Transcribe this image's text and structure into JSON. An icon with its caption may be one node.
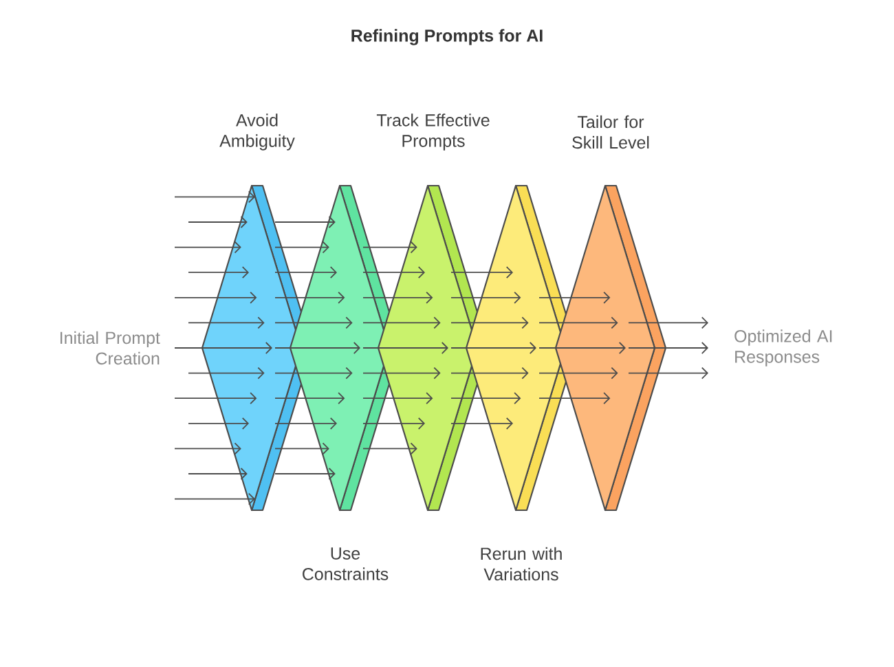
{
  "diagram": {
    "title": "Refining Prompts for AI",
    "nodes": [
      {
        "text": [
          "Initial Prompt Creation"
        ]
      },
      {
        "text": [
          "Avoid Ambiguity"
        ]
      },
      {
        "text": [
          "Use Constraints"
        ]
      },
      {
        "text": [
          "Track Effective Prompts"
        ]
      },
      {
        "text": [
          "Rerun with Variations"
        ]
      },
      {
        "text": [
          "Tailor for Skill Level"
        ]
      },
      {
        "text": [
          "Optimized AI Responses"
        ]
      }
    ],
    "edges": [
      {
        "from": null,
        "to": 1,
        "arrow": "to"
      },
      {
        "from": null,
        "to": 1,
        "arrow": "to"
      },
      {
        "from": null,
        "to": 1,
        "arrow": "to"
      },
      {
        "from": null,
        "to": 1,
        "arrow": "to"
      },
      {
        "from": 0,
        "to": 1,
        "arrow": "to"
      },
      {
        "from": 0,
        "to": 1,
        "arrow": "to"
      },
      {
        "from": 0,
        "to": 1,
        "arrow": "to"
      },
      {
        "from": 0,
        "to": 1,
        "arrow": "to"
      },
      {
        "from": 0,
        "to": 1,
        "arrow": "to"
      },
      {
        "from": null,
        "to": 1,
        "arrow": "to"
      },
      {
        "from": null,
        "to": 1,
        "arrow": "to"
      },
      {
        "from": null,
        "to": 1,
        "arrow": "to"
      },
      {
        "from": null,
        "to": 1,
        "arrow": "to"
      },
      {
        "from": 1,
        "to": 2,
        "arrow": "to"
      },
      {
        "from": 1,
        "to": 2,
        "arrow": "to"
      },
      {
        "from": 1,
        "to": 2,
        "arrow": "to"
      },
      {
        "from": 1,
        "to": 2,
        "arrow": "to"
      },
      {
        "from": 1,
        "to": 2,
        "arrow": "to"
      },
      {
        "from": 1,
        "to": 2,
        "arrow": "to"
      },
      {
        "from": 1,
        "to": 2,
        "arrow": "to"
      },
      {
        "from": 1,
        "to": 2,
        "arrow": "to"
      },
      {
        "from": 1,
        "to": 2,
        "arrow": "to"
      },
      {
        "from": 1,
        "to": 2,
        "arrow": "to"
      },
      {
        "from": 1,
        "to": 2,
        "arrow": "to"
      },
      {
        "from": 2,
        "to": 3,
        "arrow": "to"
      },
      {
        "from": 2,
        "to": 3,
        "arrow": "to"
      },
      {
        "from": 2,
        "to": 3,
        "arrow": "to"
      },
      {
        "from": 2,
        "to": 3,
        "arrow": "to"
      },
      {
        "from": 2,
        "to": 3,
        "arrow": "to"
      },
      {
        "from": 2,
        "to": 3,
        "arrow": "to"
      },
      {
        "from": 2,
        "to": 3,
        "arrow": "to"
      },
      {
        "from": 2,
        "to": 3,
        "arrow": "to"
      },
      {
        "from": 2,
        "to": 3,
        "arrow": "to"
      },
      {
        "from": 3,
        "to": 4,
        "arrow": "to"
      },
      {
        "from": 3,
        "to": 4,
        "arrow": "to"
      },
      {
        "from": 3,
        "to": 4,
        "arrow": "to"
      },
      {
        "from": 3,
        "to": 4,
        "arrow": "to"
      },
      {
        "from": 3,
        "to": 4,
        "arrow": "to"
      },
      {
        "from": 3,
        "to": 4,
        "arrow": "to"
      },
      {
        "from": 3,
        "to": 4,
        "arrow": "to"
      },
      {
        "from": 4,
        "to": 5,
        "arrow": "to"
      },
      {
        "from": 4,
        "to": 5,
        "arrow": "to"
      },
      {
        "from": 4,
        "to": 5,
        "arrow": "to"
      },
      {
        "from": 4,
        "to": 5,
        "arrow": "to"
      },
      {
        "from": 4,
        "to": 5,
        "arrow": "to"
      },
      {
        "from": 5,
        "to": 6,
        "arrow": "to"
      },
      {
        "from": 5,
        "to": 6,
        "arrow": "to"
      },
      {
        "from": 5,
        "to": 6,
        "arrow": "to"
      }
    ]
  }
}
